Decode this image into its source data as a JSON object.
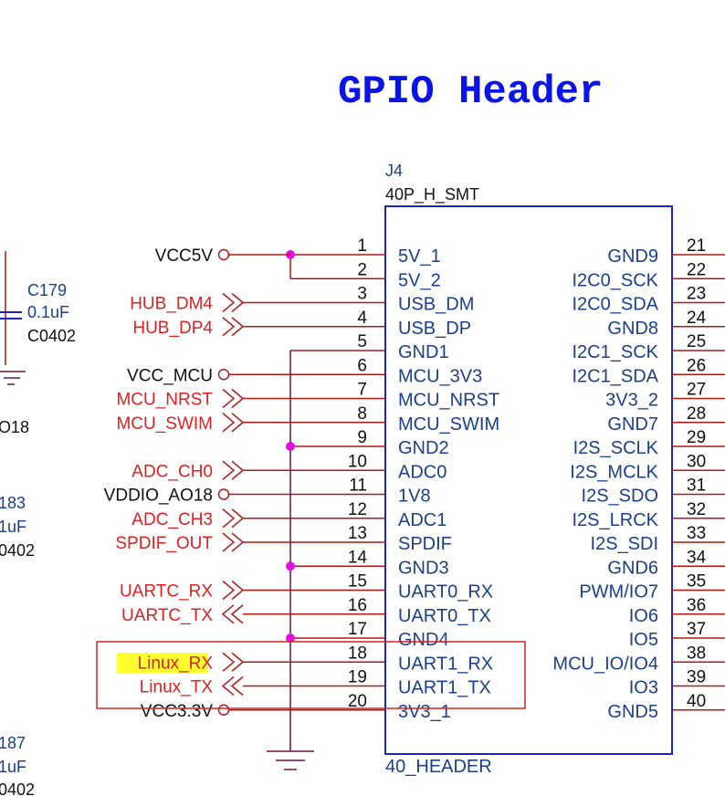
{
  "title": "GPIO Header",
  "colors": {
    "title": "#0a14e6",
    "wire": "#b01818",
    "box": "#1c24c8",
    "pin_name": "#1a3f8c",
    "net_label": "#e02020",
    "power_label": "#111111",
    "junction": "#e011e0",
    "ground_wire": "#6a1446",
    "highlight_box": "#d82020",
    "highlight_fill": "#ffff30",
    "cap_text": "#1a3f8c"
  },
  "connector": {
    "ref": "J4",
    "part": "40P_H_SMT",
    "footprint": "40_HEADER",
    "left_pins": [
      {
        "num": "1",
        "name": "5V_1"
      },
      {
        "num": "2",
        "name": "5V_2"
      },
      {
        "num": "3",
        "name": "USB_DM"
      },
      {
        "num": "4",
        "name": "USB_DP"
      },
      {
        "num": "5",
        "name": "GND1"
      },
      {
        "num": "6",
        "name": "MCU_3V3"
      },
      {
        "num": "7",
        "name": "MCU_NRST"
      },
      {
        "num": "8",
        "name": "MCU_SWIM"
      },
      {
        "num": "9",
        "name": "GND2"
      },
      {
        "num": "10",
        "name": "ADC0"
      },
      {
        "num": "11",
        "name": "1V8"
      },
      {
        "num": "12",
        "name": "ADC1"
      },
      {
        "num": "13",
        "name": "SPDIF"
      },
      {
        "num": "14",
        "name": "GND3"
      },
      {
        "num": "15",
        "name": "UART0_RX"
      },
      {
        "num": "16",
        "name": "UART0_TX"
      },
      {
        "num": "17",
        "name": "GND4"
      },
      {
        "num": "18",
        "name": "UART1_RX"
      },
      {
        "num": "19",
        "name": "UART1_TX"
      },
      {
        "num": "20",
        "name": "3V3_1"
      }
    ],
    "right_pins": [
      {
        "num": "21",
        "name": "GND9"
      },
      {
        "num": "22",
        "name": "I2C0_SCK"
      },
      {
        "num": "23",
        "name": "I2C0_SDA"
      },
      {
        "num": "24",
        "name": "GND8"
      },
      {
        "num": "25",
        "name": "I2C1_SCK"
      },
      {
        "num": "26",
        "name": "I2C1_SDA"
      },
      {
        "num": "27",
        "name": "3V3_2"
      },
      {
        "num": "28",
        "name": "GND7"
      },
      {
        "num": "29",
        "name": "I2S_SCLK"
      },
      {
        "num": "30",
        "name": "I2S_MCLK"
      },
      {
        "num": "31",
        "name": "I2S_SDO"
      },
      {
        "num": "32",
        "name": "I2S_LRCK"
      },
      {
        "num": "33",
        "name": "I2S_SDI"
      },
      {
        "num": "34",
        "name": "GND6"
      },
      {
        "num": "35",
        "name": "PWM/IO7"
      },
      {
        "num": "36",
        "name": "IO6"
      },
      {
        "num": "37",
        "name": "IO5"
      },
      {
        "num": "38",
        "name": "MCU_IO/IO4"
      },
      {
        "num": "39",
        "name": "IO3"
      },
      {
        "num": "40",
        "name": "GND5"
      }
    ]
  },
  "nets": {
    "vcc5v": "VCC5V",
    "hub_dm4": "HUB_DM4",
    "hub_dp4": "HUB_DP4",
    "vcc_mcu": "VCC_MCU",
    "mcu_nrst": "MCU_NRST",
    "mcu_swim": "MCU_SWIM",
    "adc_ch0": "ADC_CH0",
    "vddio_ao18": "VDDIO_AO18",
    "adc_ch3": "ADC_CH3",
    "spdif_out": "SPDIF_OUT",
    "uartc_rx": "UARTC_RX",
    "uartc_tx": "UARTC_TX",
    "linux_rx": "Linux_RX",
    "linux_tx": "Linux_TX",
    "vcc3v3": "VCC3.3V"
  },
  "partial_left": {
    "c179_ref": "C179",
    "c179_value": "0.1uF",
    "c179_pkg": "C0402",
    "ao18_frag": "O18",
    "c183_ref": "183",
    "c183_value": "1uF",
    "c183_pkg": "0402",
    "c187_ref": "187",
    "c187_value": "1uF",
    "c187_pkg": "0402"
  }
}
